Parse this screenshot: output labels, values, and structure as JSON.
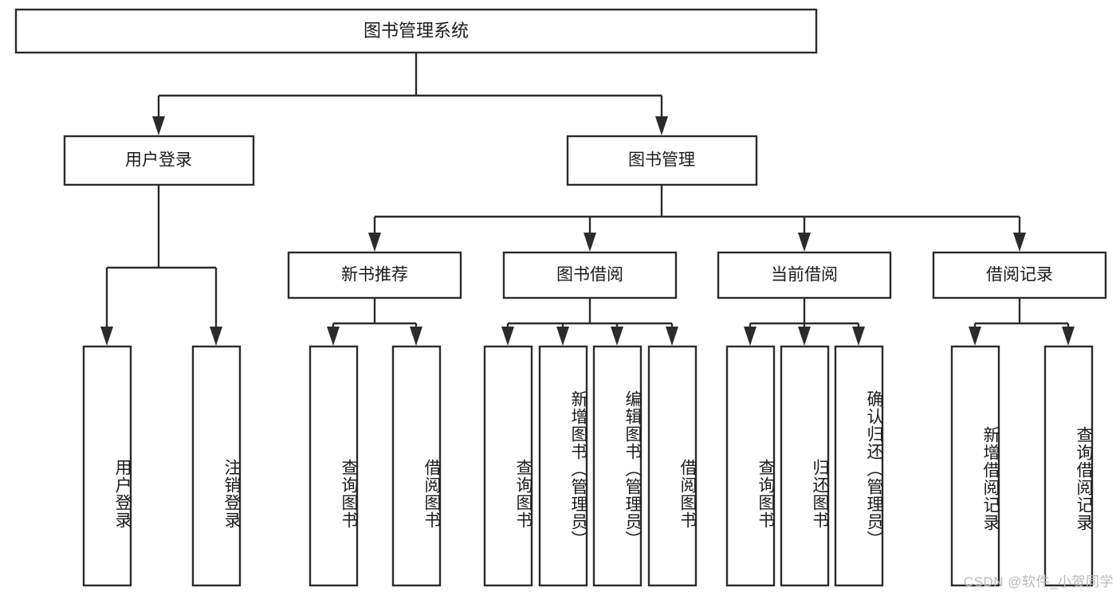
{
  "diagram": {
    "type": "tree-hierarchy",
    "title": "图书管理系统",
    "root": {
      "id": "root",
      "label": "图书管理系统"
    },
    "level1": [
      {
        "id": "user-login",
        "label": "用户登录"
      },
      {
        "id": "book-management",
        "label": "图书管理"
      }
    ],
    "level2": [
      {
        "id": "new-book-recommend",
        "label": "新书推荐",
        "parent": "book-management"
      },
      {
        "id": "book-borrow",
        "label": "图书借阅",
        "parent": "book-management"
      },
      {
        "id": "current-borrow",
        "label": "当前借阅",
        "parent": "book-management"
      },
      {
        "id": "borrow-record",
        "label": "借阅记录",
        "parent": "book-management"
      }
    ],
    "leaves": {
      "user-login": [
        {
          "id": "leaf-user-login",
          "label": "用户登录"
        },
        {
          "id": "leaf-logout",
          "label": "注销登录"
        }
      ],
      "new-book-recommend": [
        {
          "id": "leaf-query-book-1",
          "label": "查询图书"
        },
        {
          "id": "leaf-borrow-book-1",
          "label": "借阅图书"
        }
      ],
      "book-borrow": [
        {
          "id": "leaf-query-book-2",
          "label": "查询图书"
        },
        {
          "id": "leaf-add-book",
          "label": "新增图书（管理员）"
        },
        {
          "id": "leaf-edit-book",
          "label": "编辑图书（管理员）"
        },
        {
          "id": "leaf-borrow-book-2",
          "label": "借阅图书"
        }
      ],
      "current-borrow": [
        {
          "id": "leaf-query-book-3",
          "label": "查询图书"
        },
        {
          "id": "leaf-return-book",
          "label": "归还图书"
        },
        {
          "id": "leaf-confirm-return",
          "label": "确认归还（管理员）"
        }
      ],
      "borrow-record": [
        {
          "id": "leaf-add-record",
          "label": "新增借阅记录"
        },
        {
          "id": "leaf-query-record",
          "label": "查询借阅记录"
        }
      ]
    },
    "watermark": "CSDN @软件_小贺同学",
    "colors": {
      "stroke": "#2b2b2b",
      "fill": "#ffffff",
      "text": "#1a1a1a",
      "watermark": "#b9b9b9"
    }
  }
}
